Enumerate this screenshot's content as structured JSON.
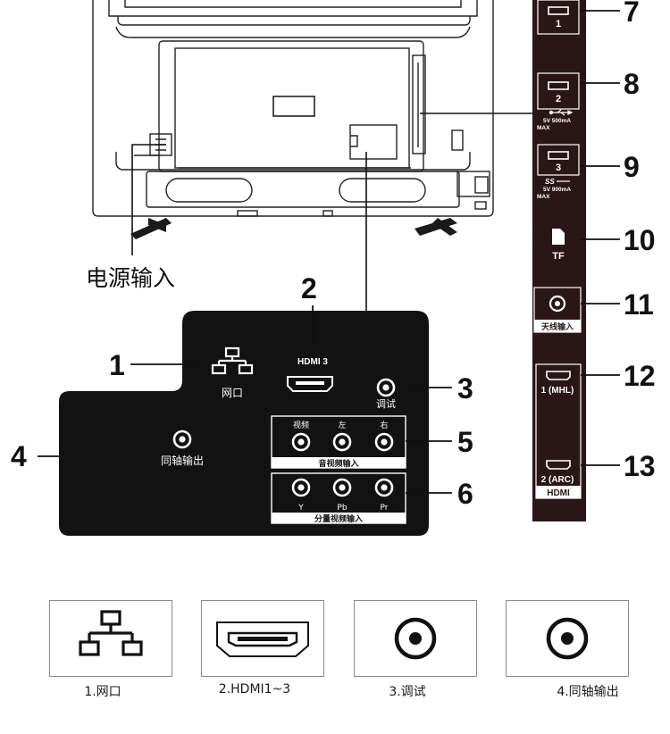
{
  "power_label": "电源输入",
  "panel": {
    "port_network": "网口",
    "port_hdmi_logo": "HDMI 3",
    "port_debug": "调试",
    "port_coax": "同轴输出",
    "av_labels": [
      "视频",
      "左",
      "右"
    ],
    "av_caption": "音视频输入",
    "component_labels": [
      "Y",
      "Pb",
      "Pr"
    ],
    "component_caption": "分量视频输入"
  },
  "side_panel": {
    "usb1_num": "1",
    "usb2_num": "2",
    "usb2_spec": "5V 500mA",
    "usb2_max": "MAX",
    "usb3_num": "3",
    "usb3_logo": "SS",
    "usb3_spec": "5V 900mA",
    "usb3_max": "MAX",
    "tf_label": "TF",
    "antenna_label": "天线输入",
    "hdmi1_label": "1 (MHL)",
    "hdmi2_label": "2 (ARC)",
    "hdmi_logo": "HDMI"
  },
  "callouts": [
    "1",
    "2",
    "3",
    "4",
    "5",
    "6",
    "7",
    "8",
    "9",
    "10",
    "11",
    "12",
    "13"
  ],
  "legend": [
    {
      "caption": "1.网口",
      "icon": "network-icon"
    },
    {
      "caption": "2.HDMI1~3",
      "icon": "hdmi-port-icon"
    },
    {
      "caption": "3.调试",
      "icon": "coax-jack-icon"
    },
    {
      "caption": "4.同轴输出",
      "icon": "coax-jack-icon"
    }
  ],
  "colors": {
    "panel": "#121212",
    "side_panel": "#2b1617",
    "line": "#111111"
  }
}
